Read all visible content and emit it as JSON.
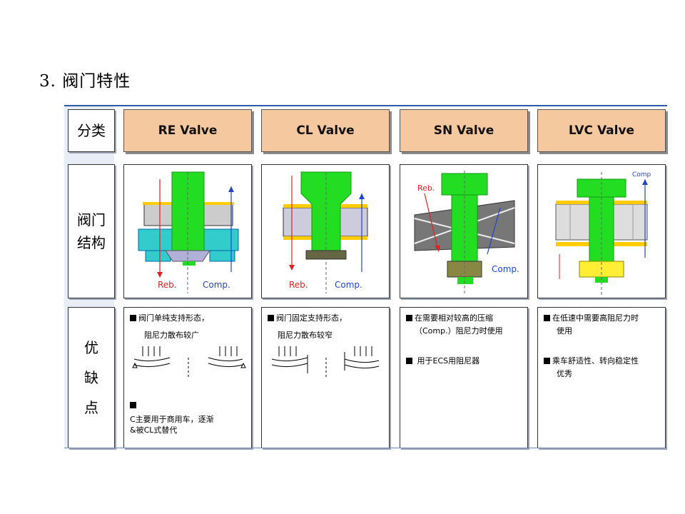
{
  "title": "3. 阀门特性",
  "row_labels": {
    "category": "分类",
    "structure_line1": "阀门",
    "structure_line2": "结构",
    "pros_cons_line1": "优",
    "pros_cons_line2": "缺",
    "pros_cons_line3": "点"
  },
  "valves": [
    {
      "name": "RE Valve",
      "diagram_labels": {
        "reb": "Reb.",
        "comp": "Comp."
      },
      "text_1a": "阀门单纯支持形态，",
      "text_1b": "阻尼力散布较广",
      "text_2_lead": "C",
      "text_2a": "主要用于商用车，逐渐",
      "text_2_lead2": "&",
      "text_2b": "被CL式替代"
    },
    {
      "name": "CL Valve",
      "diagram_labels": {
        "reb": "Reb.",
        "comp": "Comp."
      },
      "text_1a": "阀门固定支持形态，",
      "text_1b": "阻尼力散布较窄"
    },
    {
      "name": "SN Valve",
      "diagram_labels": {
        "reb": "Reb.",
        "comp": "Comp."
      },
      "text_1a": "在需要相对较高的压缩",
      "text_1b": "（Comp.）阻尼力时使用",
      "text_2a": "用于ECS用阻尼器"
    },
    {
      "name": "LVC Valve",
      "diagram_labels": {
        "comp": "Comp"
      },
      "text_1a": "在低速中需要高阻尼力时",
      "text_1b": "使用",
      "text_2a": "乘车舒适性、转向稳定性",
      "text_2b": "优秀"
    }
  ],
  "colors": {
    "header_fill": "#f6c8a0",
    "piston_green": "#22dd22",
    "rule_blue": "#2a5aa8"
  }
}
